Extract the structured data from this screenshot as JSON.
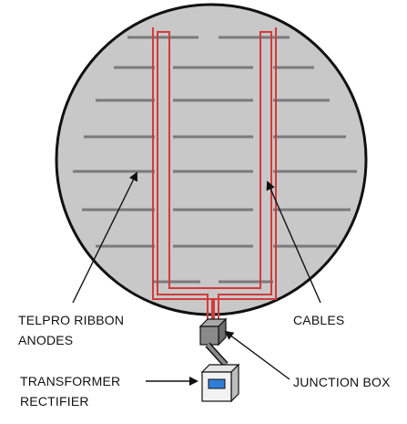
{
  "labels": {
    "telpro_line1": "TELPRO RIBBON",
    "telpro_line2": "ANODES",
    "cables": "CABLES",
    "transformer_line1": "TRANSFORMER",
    "transformer_line2": "RECTIFIER",
    "junction_box": "JUNCTION BOX"
  },
  "colors": {
    "tank_fill": "#c8c8c8",
    "tank_outline": "#111111",
    "anode_strip": "#7a7a7a",
    "cable": "#d43a3a",
    "junction_box": "#8a8a8a",
    "rectifier_screen": "#2f7fd6"
  }
}
